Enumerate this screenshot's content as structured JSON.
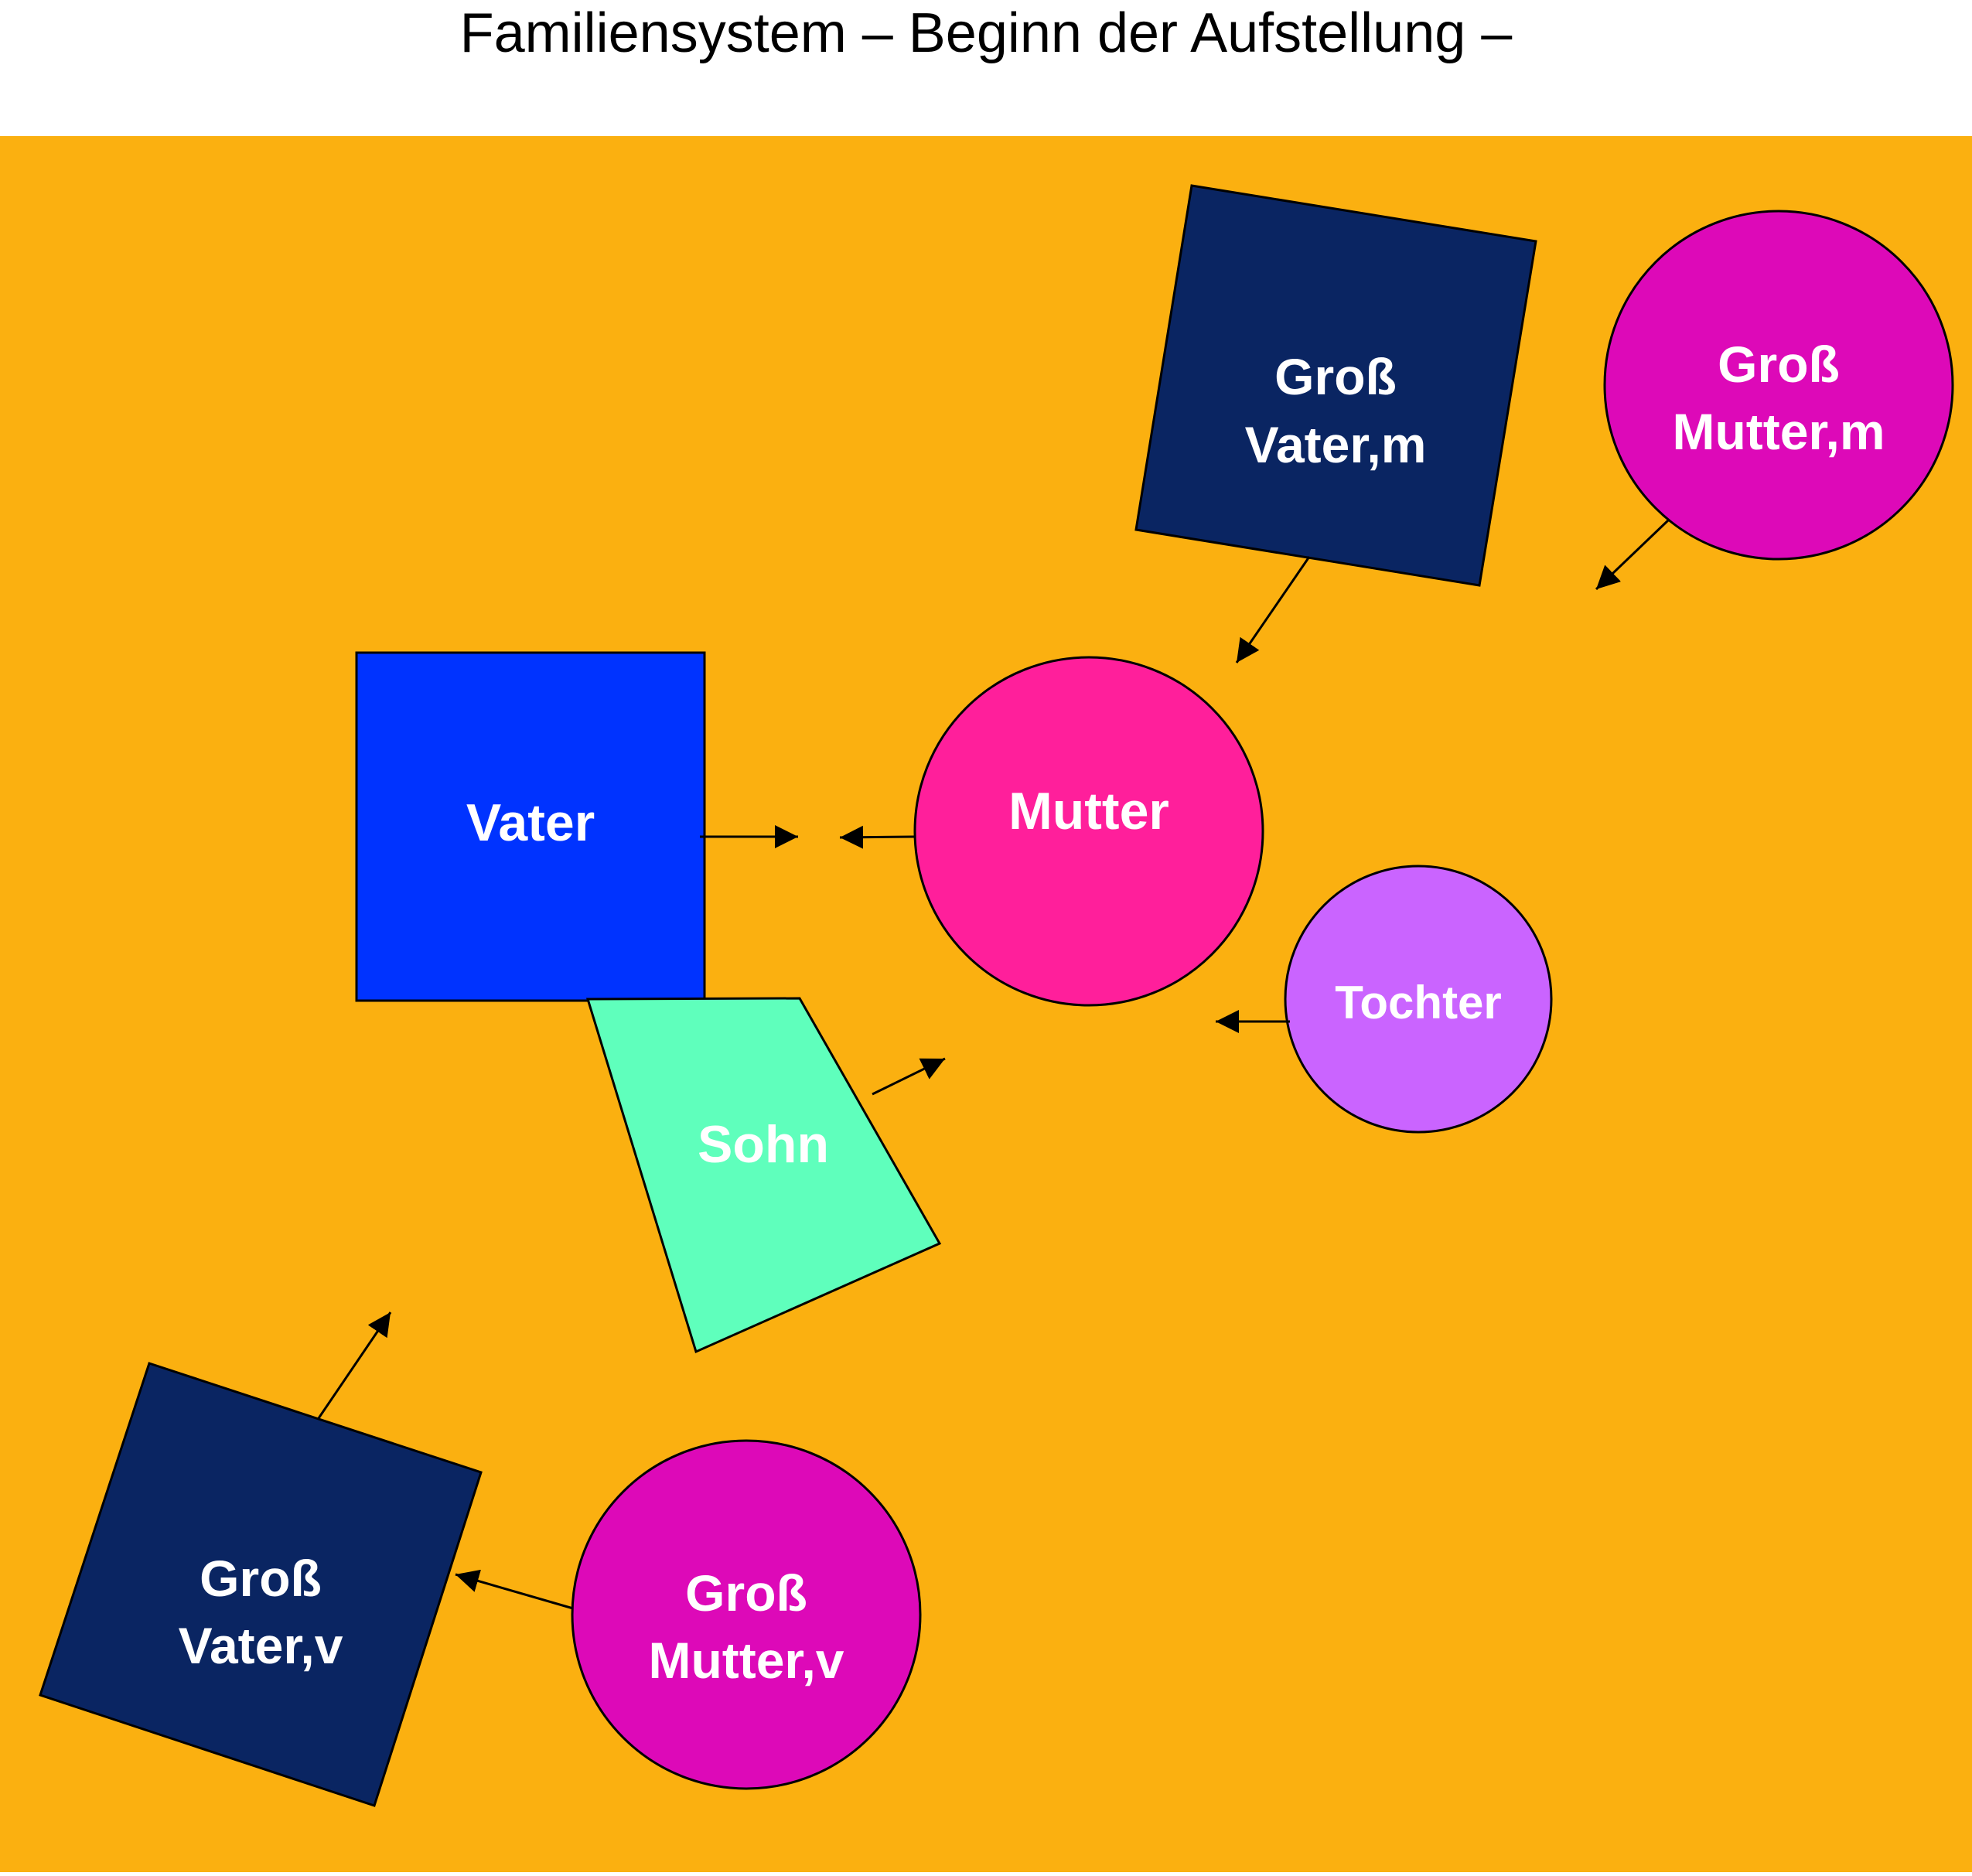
{
  "title": "Familiensystem – Beginn der Aufstellung –",
  "colors": {
    "field": "#FBB010",
    "navy": "#0A2562",
    "vater": "#0033FF",
    "mutter": "#FF1F9B",
    "grossmutter": "#DD09B8",
    "tochter": "#CA64FF",
    "sohn": "#5FFFBC",
    "text": "#FFFFFF"
  },
  "figures": {
    "grossvater_m": {
      "line1": "Groß",
      "line2": "Vater,m"
    },
    "grossmutter_m": {
      "line1": "Groß",
      "line2": "Mutter,m"
    },
    "vater": {
      "label": "Vater"
    },
    "mutter": {
      "label": "Mutter"
    },
    "tochter": {
      "label": "Tochter"
    },
    "sohn": {
      "label": "Sohn"
    },
    "grossvater_v": {
      "line1": "Groß",
      "line2": "Vater,v"
    },
    "grossmutter_v": {
      "line1": "Groß",
      "line2": "Mutter,v"
    }
  }
}
